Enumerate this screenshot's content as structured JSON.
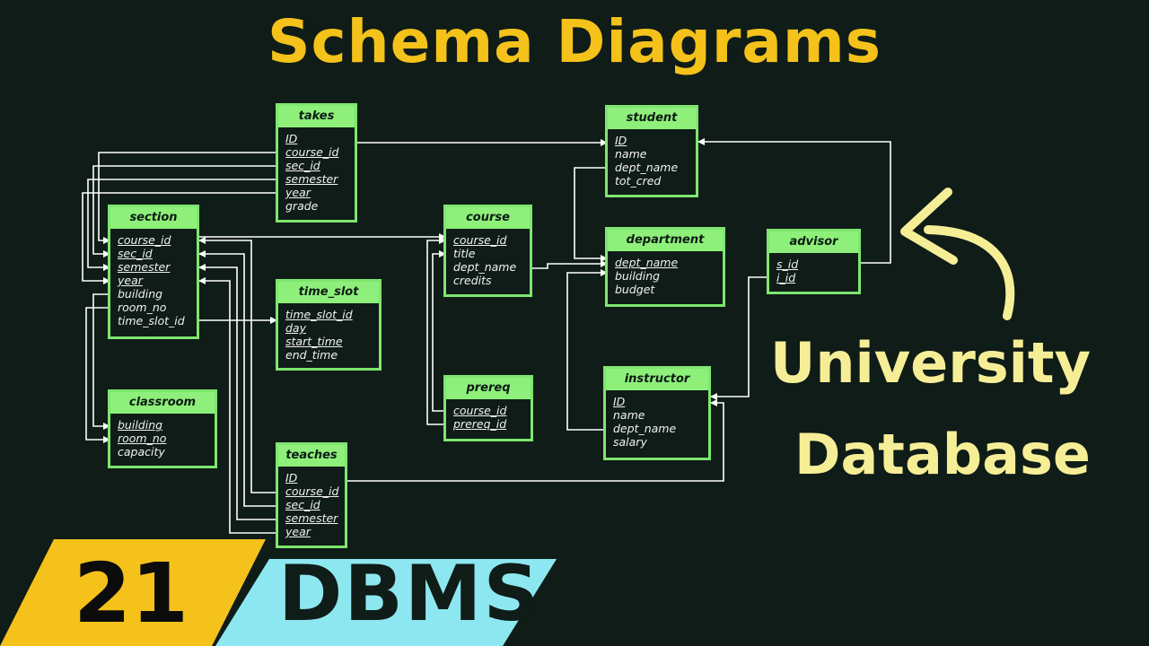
{
  "title": "Schema Diagrams",
  "side_caption": {
    "line1": "University",
    "line2": "Database"
  },
  "badge": {
    "number": "21",
    "subject": "DBMS"
  },
  "colors": {
    "title": "#f4c21a",
    "table_header": "#8ef07a",
    "table_border": "#7ee66f",
    "caption": "#f6ee96",
    "badge_yellow": "#f4c21a",
    "badge_cyan": "#8de7f0",
    "background": "#0f1c18"
  },
  "icons": [
    "curved-arrow-icon"
  ],
  "tables": {
    "takes": {
      "name": "takes",
      "attributes": [
        {
          "text": "ID",
          "key": true
        },
        {
          "text": "course_id",
          "key": true
        },
        {
          "text": "sec_id",
          "key": true
        },
        {
          "text": "semester",
          "key": true
        },
        {
          "text": "year",
          "key": true
        },
        {
          "text": "grade",
          "key": false
        }
      ]
    },
    "student": {
      "name": "student",
      "attributes": [
        {
          "text": "ID",
          "key": true
        },
        {
          "text": "name",
          "key": false
        },
        {
          "text": "dept_name",
          "key": false
        },
        {
          "text": "tot_cred",
          "key": false
        }
      ]
    },
    "section": {
      "name": "section",
      "attributes": [
        {
          "text": "course_id",
          "key": true
        },
        {
          "text": "sec_id",
          "key": true
        },
        {
          "text": "semester",
          "key": true
        },
        {
          "text": "year",
          "key": true
        },
        {
          "text": "building",
          "key": false
        },
        {
          "text": "room_no",
          "key": false
        },
        {
          "text": "time_slot_id",
          "key": false
        }
      ]
    },
    "course": {
      "name": "course",
      "attributes": [
        {
          "text": "course_id",
          "key": true
        },
        {
          "text": "title",
          "key": false
        },
        {
          "text": "dept_name",
          "key": false
        },
        {
          "text": "credits",
          "key": false
        }
      ]
    },
    "department": {
      "name": "department",
      "attributes": [
        {
          "text": "dept_name",
          "key": true
        },
        {
          "text": "building",
          "key": false
        },
        {
          "text": "budget",
          "key": false
        }
      ]
    },
    "advisor": {
      "name": "advisor",
      "attributes": [
        {
          "text": "s_id",
          "key": true
        },
        {
          "text": "i_id",
          "key": true
        }
      ]
    },
    "time_slot": {
      "name": "time_slot",
      "attributes": [
        {
          "text": "time_slot_id",
          "key": true
        },
        {
          "text": "day",
          "key": true
        },
        {
          "text": "start_time",
          "key": true
        },
        {
          "text": "end_time",
          "key": false
        }
      ]
    },
    "classroom": {
      "name": "classroom",
      "attributes": [
        {
          "text": "building",
          "key": true
        },
        {
          "text": "room_no",
          "key": true
        },
        {
          "text": "capacity",
          "key": false
        }
      ]
    },
    "prereq": {
      "name": "prereq",
      "attributes": [
        {
          "text": "course_id",
          "key": true
        },
        {
          "text": "prereq_id",
          "key": true
        }
      ]
    },
    "instructor": {
      "name": "instructor",
      "attributes": [
        {
          "text": "ID",
          "key": true
        },
        {
          "text": "name",
          "key": false
        },
        {
          "text": "dept_name",
          "key": false
        },
        {
          "text": "salary",
          "key": false
        }
      ]
    },
    "teaches": {
      "name": "teaches",
      "attributes": [
        {
          "text": "ID",
          "key": true
        },
        {
          "text": "course_id",
          "key": true
        },
        {
          "text": "sec_id",
          "key": true
        },
        {
          "text": "semester",
          "key": true
        },
        {
          "text": "year",
          "key": true
        }
      ]
    }
  }
}
